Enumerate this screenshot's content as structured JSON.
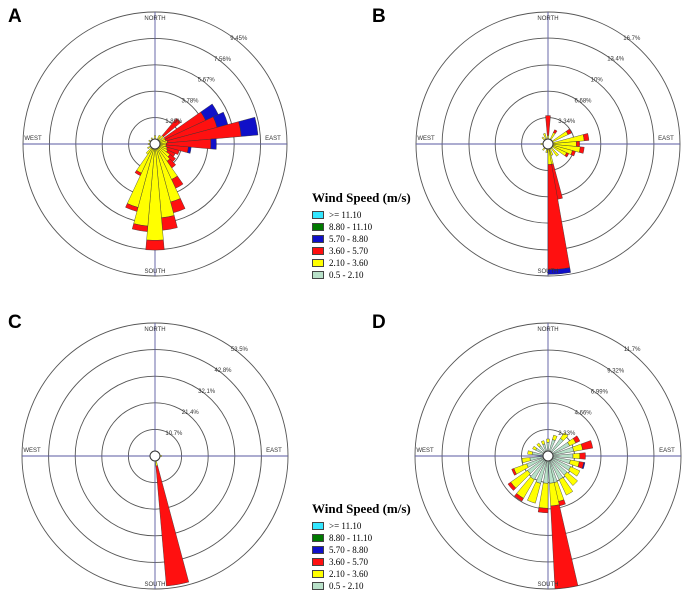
{
  "legend": {
    "title": "Wind Speed (m/s)",
    "items": [
      {
        "label": ">= 11.10",
        "color": "#33e6ff"
      },
      {
        "label": "8.80 - 11.10",
        "color": "#007a00"
      },
      {
        "label": "5.70 - 8.80",
        "color": "#1010c8"
      },
      {
        "label": "3.60 - 5.70",
        "color": "#ff1010"
      },
      {
        "label": "2.10 - 3.60",
        "color": "#ffff00"
      },
      {
        "label": "0.5 - 2.10",
        "color": "#b8e0c8"
      }
    ]
  },
  "chart_data": [
    {
      "type": "wind-rose",
      "panel": "A",
      "directions": {
        "north": "NORTH",
        "south": "SOUTH",
        "east": "EAST",
        "west": "WEST"
      },
      "ring_labels": [
        "1.89%",
        "3.78%",
        "5.67%",
        "7.56%",
        "9.45%"
      ],
      "ring_values": [
        1.89,
        3.78,
        5.67,
        7.56,
        9.45
      ],
      "petals": [
        {
          "dir": 60,
          "bins": [
            0.3,
            0.5,
            3.2,
            1.0
          ]
        },
        {
          "dir": 70,
          "bins": [
            0.3,
            0.5,
            3.8,
            0.8
          ]
        },
        {
          "dir": 80,
          "bins": [
            0.3,
            0.6,
            5.3,
            1.2
          ]
        },
        {
          "dir": 90,
          "bins": [
            0.3,
            0.5,
            3.2,
            0.4
          ]
        },
        {
          "dir": 100,
          "bins": [
            0.3,
            0.5,
            1.6,
            0.2
          ]
        },
        {
          "dir": 110,
          "bins": [
            0.3,
            0.6,
            0.9
          ]
        },
        {
          "dir": 120,
          "bins": [
            0.3,
            0.7,
            0.6
          ]
        },
        {
          "dir": 130,
          "bins": [
            0.3,
            1.0,
            0.5
          ]
        },
        {
          "dir": 140,
          "bins": [
            0.3,
            1.2,
            0.6
          ]
        },
        {
          "dir": 150,
          "bins": [
            0.3,
            2.5,
            0.7
          ]
        },
        {
          "dir": 160,
          "bins": [
            0.3,
            4.0,
            0.8
          ]
        },
        {
          "dir": 170,
          "bins": [
            0.3,
            5.0,
            0.9
          ]
        },
        {
          "dir": 180,
          "bins": [
            0.3,
            6.6,
            0.7
          ]
        },
        {
          "dir": 190,
          "bins": [
            0.3,
            5.6,
            0.4
          ]
        },
        {
          "dir": 200,
          "bins": [
            0.3,
            4.4,
            0.3
          ]
        },
        {
          "dir": 210,
          "bins": [
            0.3,
            2.0,
            0.2
          ]
        },
        {
          "dir": 220,
          "bins": [
            0.3,
            0.6
          ]
        },
        {
          "dir": 240,
          "bins": [
            0.3,
            0.3
          ]
        },
        {
          "dir": 270,
          "bins": [
            0.3,
            0.2
          ]
        },
        {
          "dir": 300,
          "bins": [
            0.3,
            0.2
          ]
        },
        {
          "dir": 330,
          "bins": [
            0.3,
            0.2
          ]
        },
        {
          "dir": 0,
          "bins": [
            0.3,
            0.3
          ]
        },
        {
          "dir": 30,
          "bins": [
            0.3,
            0.4
          ]
        },
        {
          "dir": 45,
          "bins": [
            0.3,
            0.5,
            1.6
          ]
        }
      ]
    },
    {
      "type": "wind-rose",
      "panel": "B",
      "directions": {
        "north": "NORTH",
        "south": "SOUTH",
        "east": "EAST",
        "west": "WEST"
      },
      "ring_labels": [
        "3.34%",
        "6.68%",
        "10%",
        "13.4%",
        "16.7%"
      ],
      "ring_values": [
        3.34,
        6.68,
        10.0,
        13.4,
        16.7
      ],
      "petals": [
        {
          "dir": 0,
          "bins": [
            0.6,
            0.5,
            2.5
          ]
        },
        {
          "dir": 30,
          "bins": [
            0.6,
            1.0,
            0.4
          ]
        },
        {
          "dir": 60,
          "bins": [
            0.6,
            2.2,
            0.5
          ]
        },
        {
          "dir": 80,
          "bins": [
            0.6,
            4.0,
            0.6
          ]
        },
        {
          "dir": 90,
          "bins": [
            0.6,
            3.0,
            0.4
          ]
        },
        {
          "dir": 100,
          "bins": [
            0.6,
            3.5,
            0.5
          ]
        },
        {
          "dir": 110,
          "bins": [
            0.6,
            2.6,
            0.4
          ]
        },
        {
          "dir": 120,
          "bins": [
            0.6,
            2.0,
            0.3
          ]
        },
        {
          "dir": 140,
          "bins": [
            0.6,
            1.3
          ]
        },
        {
          "dir": 160,
          "bins": [
            0.6,
            0.9
          ]
        },
        {
          "dir": 170,
          "bins": [
            0.6,
            2.0,
            4.5
          ]
        },
        {
          "dir": 175,
          "bins": [
            0.6,
            2.0,
            13.3,
            0.6
          ]
        },
        {
          "dir": 190,
          "bins": [
            0.6,
            0.5
          ]
        },
        {
          "dir": 220,
          "bins": [
            0.6,
            0.4
          ]
        },
        {
          "dir": 270,
          "bins": [
            0.6,
            0.3
          ]
        },
        {
          "dir": 320,
          "bins": [
            0.6,
            0.5
          ]
        },
        {
          "dir": 340,
          "bins": [
            0.6,
            0.8
          ]
        }
      ]
    },
    {
      "type": "wind-rose",
      "panel": "C",
      "directions": {
        "north": "NORTH",
        "south": "SOUTH",
        "east": "EAST",
        "west": "WEST"
      },
      "ring_labels": [
        "10.7%",
        "21.4%",
        "32.1%",
        "42.8%",
        "53.5%"
      ],
      "ring_values": [
        10.7,
        21.4,
        32.1,
        42.8,
        53.5
      ],
      "petals": [
        {
          "dir": 170,
          "bins": [
            2.0,
            2.0,
            48.5
          ]
        },
        {
          "dir": 90,
          "bins": [
            1.2,
            1.5
          ]
        },
        {
          "dir": 270,
          "bins": [
            1.2,
            0.6
          ]
        },
        {
          "dir": 0,
          "bins": [
            1.2,
            0.5
          ]
        },
        {
          "dir": 300,
          "bins": [
            1.2,
            0.6
          ]
        }
      ]
    },
    {
      "type": "wind-rose",
      "panel": "D",
      "directions": {
        "north": "NORTH",
        "south": "SOUTH",
        "east": "EAST",
        "west": "WEST"
      },
      "ring_labels": [
        "2.33%",
        "4.66%",
        "6.99%",
        "9.32%",
        "11.7%"
      ],
      "ring_values": [
        2.33,
        4.66,
        6.99,
        9.32,
        11.7
      ],
      "petals": [
        {
          "dir": 0,
          "bins": [
            1.2,
            0.3
          ]
        },
        {
          "dir": 20,
          "bins": [
            1.5,
            0.4
          ]
        },
        {
          "dir": 40,
          "bins": [
            1.9,
            0.6
          ]
        },
        {
          "dir": 60,
          "bins": [
            2.1,
            0.6,
            0.4
          ]
        },
        {
          "dir": 75,
          "bins": [
            2.3,
            0.8,
            0.9
          ]
        },
        {
          "dir": 90,
          "bins": [
            2.2,
            0.6,
            0.5
          ]
        },
        {
          "dir": 105,
          "bins": [
            2.0,
            0.8,
            0.4,
            0.1
          ]
        },
        {
          "dir": 120,
          "bins": [
            2.2,
            0.9
          ]
        },
        {
          "dir": 135,
          "bins": [
            2.2,
            1.2
          ]
        },
        {
          "dir": 150,
          "bins": [
            2.3,
            1.5
          ]
        },
        {
          "dir": 165,
          "bins": [
            2.4,
            1.7,
            0.4
          ]
        },
        {
          "dir": 172,
          "bins": [
            2.4,
            2.0,
            7.3
          ]
        },
        {
          "dir": 185,
          "bins": [
            2.4,
            2.2,
            0.4
          ]
        },
        {
          "dir": 200,
          "bins": [
            2.5,
            1.8
          ]
        },
        {
          "dir": 215,
          "bins": [
            2.4,
            1.9,
            0.3
          ]
        },
        {
          "dir": 230,
          "bins": [
            2.2,
            1.8,
            0.3
          ]
        },
        {
          "dir": 245,
          "bins": [
            2.0,
            1.2,
            0.2
          ]
        },
        {
          "dir": 260,
          "bins": [
            1.6,
            0.7
          ]
        },
        {
          "dir": 280,
          "bins": [
            1.4,
            0.4
          ]
        },
        {
          "dir": 300,
          "bins": [
            1.2,
            0.3
          ]
        },
        {
          "dir": 320,
          "bins": [
            1.1,
            0.3
          ]
        },
        {
          "dir": 340,
          "bins": [
            1.1,
            0.3
          ]
        }
      ]
    }
  ]
}
